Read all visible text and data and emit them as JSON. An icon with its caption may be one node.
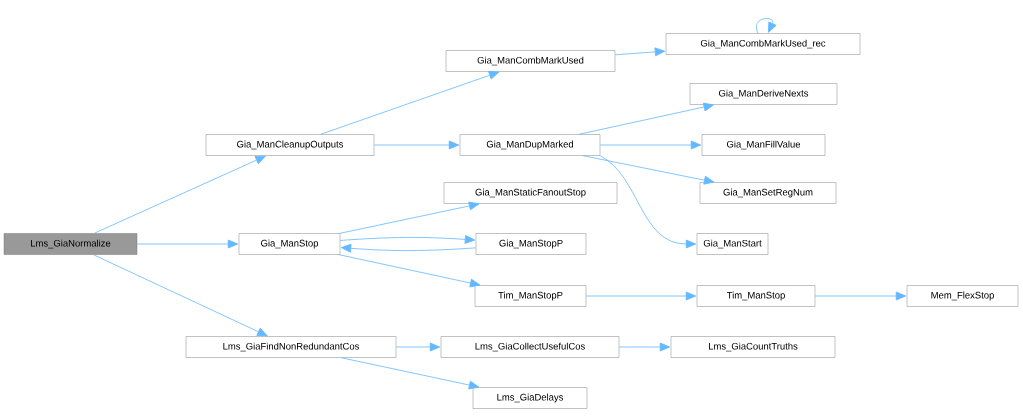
{
  "diagram": {
    "nodes": [
      {
        "text": [
          "Lms_GiaNormalize"
        ]
      },
      {
        "text": [
          "Gia_ManCleanupOutputs"
        ]
      },
      {
        "text": [
          "Gia_ManCombMarkUsed"
        ]
      },
      {
        "text": [
          "Gia_ManCombMarkUsed_rec"
        ]
      },
      {
        "text": [
          "Gia_ManDupMarked"
        ]
      },
      {
        "text": [
          "Gia_ManDeriveNexts"
        ]
      },
      {
        "text": [
          "Gia_ManFillValue"
        ]
      },
      {
        "text": [
          "Gia_ManSetRegNum"
        ]
      },
      {
        "text": [
          "Gia_ManStart"
        ]
      },
      {
        "text": [
          "Gia_ManStop"
        ]
      },
      {
        "text": [
          "Gia_ManStaticFanoutStop"
        ]
      },
      {
        "text": [
          "Gia_ManStopP"
        ]
      },
      {
        "text": [
          "Tim_ManStopP"
        ]
      },
      {
        "text": [
          "Tim_ManStop"
        ]
      },
      {
        "text": [
          "Mem_FlexStop"
        ]
      },
      {
        "text": [
          "Lms_GiaFindNonRedundantCos"
        ]
      },
      {
        "text": [
          "Lms_GiaCollectUsefulCos"
        ]
      },
      {
        "text": [
          "Lms_GiaCountTruths"
        ]
      },
      {
        "text": [
          "Lms_GiaDelays"
        ]
      }
    ],
    "edges": [
      {
        "from": 0,
        "to": 1,
        "arrow": "to"
      },
      {
        "from": 0,
        "to": 9,
        "arrow": "to"
      },
      {
        "from": 0,
        "to": 15,
        "arrow": "to"
      },
      {
        "from": 1,
        "to": 2,
        "arrow": "to"
      },
      {
        "from": 1,
        "to": 4,
        "arrow": "to"
      },
      {
        "from": 2,
        "to": 3,
        "arrow": "to"
      },
      {
        "from": 3,
        "to": 3,
        "arrow": "to"
      },
      {
        "from": 4,
        "to": 5,
        "arrow": "to"
      },
      {
        "from": 4,
        "to": 6,
        "arrow": "to"
      },
      {
        "from": 4,
        "to": 7,
        "arrow": "to"
      },
      {
        "from": 4,
        "to": 8,
        "arrow": "to"
      },
      {
        "from": 9,
        "to": 10,
        "arrow": "to"
      },
      {
        "from": 9,
        "to": 11,
        "arrow": "to"
      },
      {
        "from": 11,
        "to": 9,
        "arrow": "to"
      },
      {
        "from": 9,
        "to": 12,
        "arrow": "to"
      },
      {
        "from": 12,
        "to": 13,
        "arrow": "to"
      },
      {
        "from": 13,
        "to": 14,
        "arrow": "to"
      },
      {
        "from": 15,
        "to": 16,
        "arrow": "to"
      },
      {
        "from": 15,
        "to": 18,
        "arrow": "to"
      },
      {
        "from": 16,
        "to": 17,
        "arrow": "to"
      }
    ]
  }
}
